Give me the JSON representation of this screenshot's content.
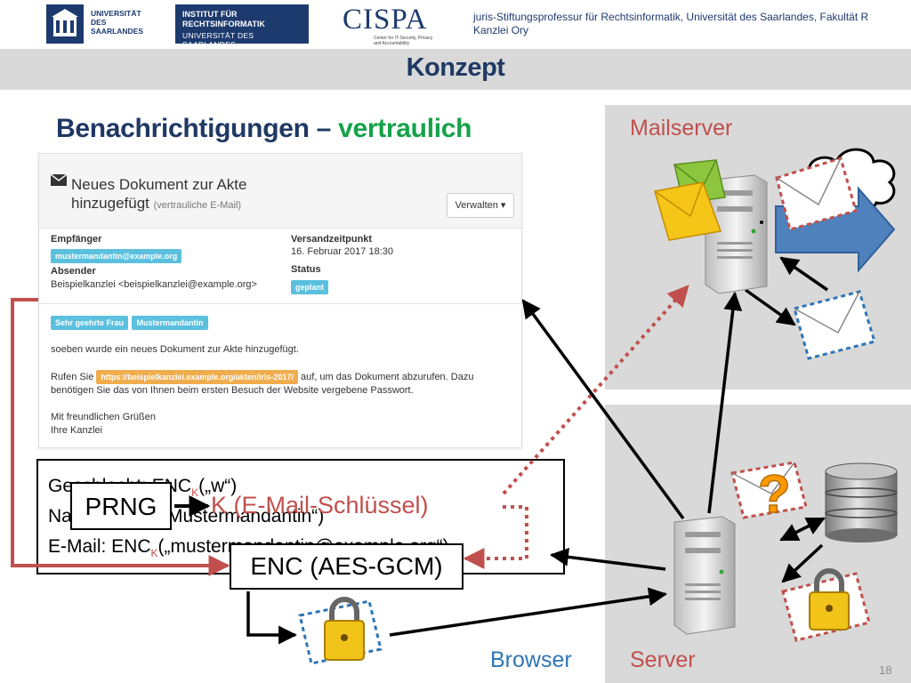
{
  "header": {
    "uds_logo": [
      "UNIVERSITÄT",
      "DES",
      "SAARLANDES"
    ],
    "ifr_logo": [
      "INSTITUT FÜR",
      "RECHTSINFORMATIK",
      "UNIVERSITÄT DES SAARLANDES"
    ],
    "cispa_logo": "CISPA",
    "cispa_sub": "Center for IT-Security, Privacy and Accountability",
    "info": "juris-Stiftungsprofessur für Rechtsinformatik, Universität des Saarlandes, Fakultät R Kanzlei Ory"
  },
  "title": "Konzept",
  "heading": {
    "main": "Benachrichtigungen – ",
    "accent": "vertraulich"
  },
  "labels": {
    "mailserver": "Mailserver",
    "server": "Server",
    "browser": "Browser"
  },
  "page_number": "18",
  "email": {
    "title_main": "Neues Dokument zur Akte",
    "title_line2": "hinzugefügt",
    "title_sub": "(vertrauliche E-Mail)",
    "button": "Verwalten",
    "recipient_label": "Empfänger",
    "recipient": "mustermandantin@example.org",
    "sender_label": "Absender",
    "sender": "Beispielkanzlei <beispielkanzlei@example.org>",
    "time_label": "Versandzeitpunkt",
    "time": "16. Februar 2017 18:30",
    "status_label": "Status",
    "status": "geplant",
    "salutation": [
      "Sehr geehrte Frau",
      "Mustermandantin"
    ],
    "line1": "soeben wurde ein neues Dokument zur Akte hinzugefügt.",
    "line2_a": "Rufen Sie",
    "link": "https://beispielkanzlei.example.org/akten/iris-2017/",
    "line2_b": "auf, um das Dokument abzurufen. Dazu",
    "line3": "benötigen Sie das von Ihnen beim ersten Besuch der Website vergebene Passwort.",
    "closing1": "Mit freundlichen Grüßen",
    "closing2": "Ihre Kanzlei"
  },
  "cipher": {
    "line1_a": "Geschlecht: ENC",
    "line1_sub": "K",
    "line1_b": "(„w“)",
    "line2_a": "Name: ENC",
    "line2_sub": "K",
    "line2_b": "(„Mustermandantin“)",
    "line3_a": "E-Mail: ENC",
    "line3_sub": "K",
    "line3_b": "(„mustermandantin@example.org“)"
  },
  "prng": "PRNG",
  "key_label": {
    "main": "K (E-Mail-Schlüssel)",
    "sub": ""
  },
  "enc": "ENC (AES-GCM)",
  "colors": {
    "navy": "#1f3864",
    "green": "#16a24a",
    "red": "#c0504d",
    "blue": "#2e75b6",
    "panel": "#d9d9d9"
  }
}
